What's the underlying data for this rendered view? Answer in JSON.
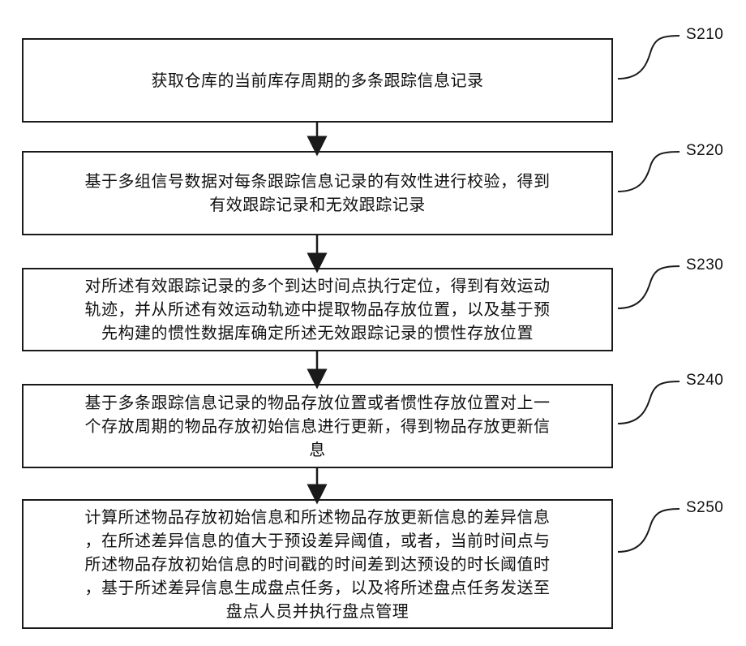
{
  "flowchart": {
    "steps": [
      {
        "id": "S210",
        "label": "S210",
        "text": "获取仓库的当前库存周期的多条跟踪信息记录"
      },
      {
        "id": "S220",
        "label": "S220",
        "text": "基于多组信号数据对每条跟踪信息记录的有效性进行校验，得到\n有效跟踪记录和无效跟踪记录"
      },
      {
        "id": "S230",
        "label": "S230",
        "text": "对所述有效跟踪记录的多个到达时间点执行定位，得到有效运动\n轨迹，并从所述有效运动轨迹中提取物品存放位置，以及基于预\n先构建的惯性数据库确定所述无效跟踪记录的惯性存放位置"
      },
      {
        "id": "S240",
        "label": "S240",
        "text": "基于多条跟踪信息记录的物品存放位置或者惯性存放位置对上一\n个存放周期的物品存放初始信息进行更新，得到物品存放更新信\n息"
      },
      {
        "id": "S250",
        "label": "S250",
        "text": "计算所述物品存放初始信息和所述物品存放更新信息的差异信息\n，在所述差异信息的值大于预设差异阈值，或者，当前时间点与\n所述物品存放初始信息的时间戳的时间差到达预设的时长阈值时\n，基于所述差异信息生成盘点任务，以及将所述盘点任务发送至\n盘点人员并执行盘点管理"
      }
    ]
  }
}
